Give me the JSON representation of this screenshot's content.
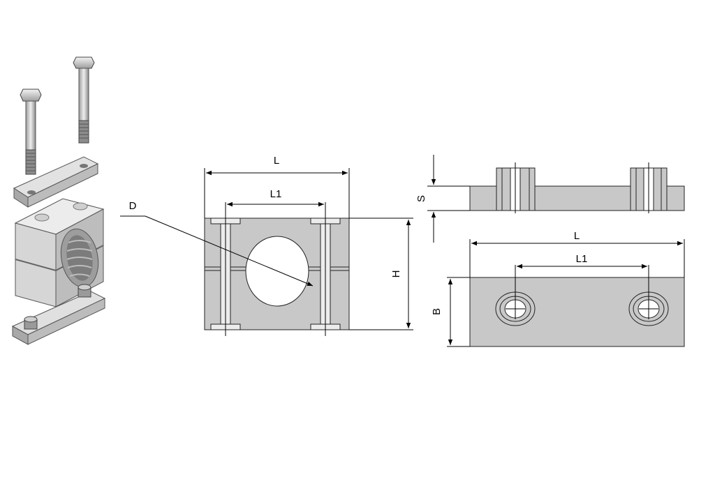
{
  "colors": {
    "part_fill": "#c8c8c8",
    "part_stroke": "#222222",
    "line": "#000000",
    "bolt": "#e8e8e8",
    "background": "#ffffff"
  },
  "front_view": {
    "label_L": "L",
    "label_L1": "L1",
    "label_H": "H",
    "label_D": "D"
  },
  "side_view": {
    "label_S": "S"
  },
  "top_view": {
    "label_L": "L",
    "label_L1": "L1",
    "label_B": "B"
  }
}
